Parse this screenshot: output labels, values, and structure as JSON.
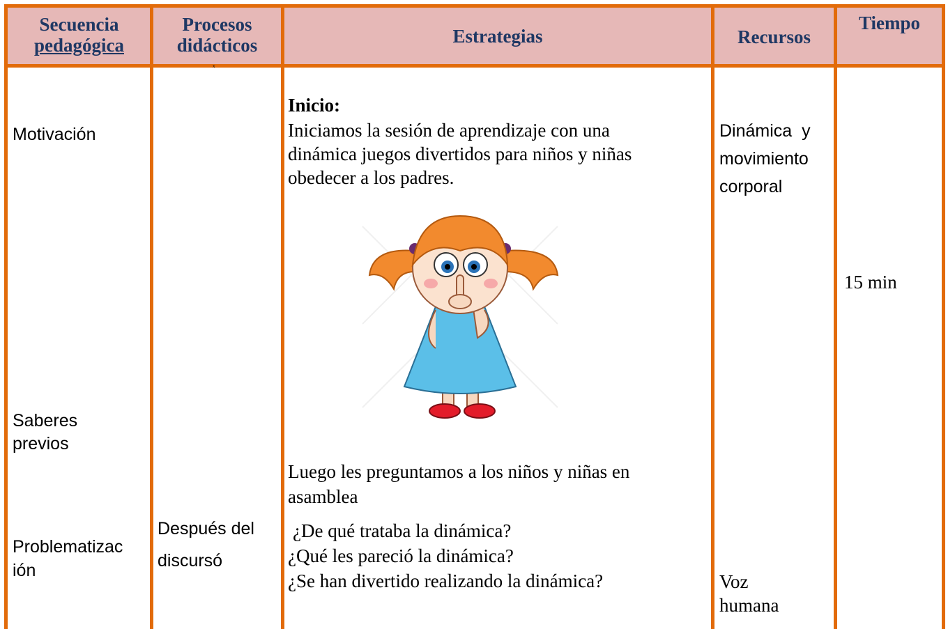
{
  "table": {
    "headers": {
      "secuencia_line1": "Secuencia",
      "secuencia_line2": "pedagógica",
      "procesos_line1": "Procesos",
      "procesos_line2": "didácticos",
      "estrategias": "Estrategias",
      "recursos": "Recursos",
      "tiempo": "Tiempo"
    },
    "secuencia": {
      "motivacion": "Motivación",
      "saberes_line1": "Saberes",
      "saberes_line2": "previos",
      "problem_line1": "Problematizac",
      "problem_line2": "ión"
    },
    "procesos": {
      "stray_mark": "x",
      "despues_line1": "Después del",
      "despues_line2": "discursó"
    },
    "estrategias": {
      "inicio_title": "Inicio:",
      "inicio_lines": [
        "Iniciamos la sesión de aprendizaje con una",
        "dinámica juegos divertidos para niños y niñas",
        "obedecer a los padres."
      ],
      "luego_lines": [
        "Luego les preguntamos a los niños y niñas en",
        "asamblea"
      ],
      "questions": [
        "¿De qué trataba la dinámica?",
        "¿Qué les pareció la dinámica?",
        "¿Se han divertido realizando la dinámica?"
      ],
      "image_icon": "girl-shush-illustration"
    },
    "recursos": {
      "dinamica_lines": [
        "Dinámica  y",
        "movimiento",
        "corporal"
      ],
      "voz_lines": [
        "Voz",
        "humana"
      ]
    },
    "tiempo": {
      "value": "15 min"
    }
  },
  "colors": {
    "border": "#e26b0a",
    "header_bg": "#e6b8b7",
    "header_text": "#1f3864"
  }
}
